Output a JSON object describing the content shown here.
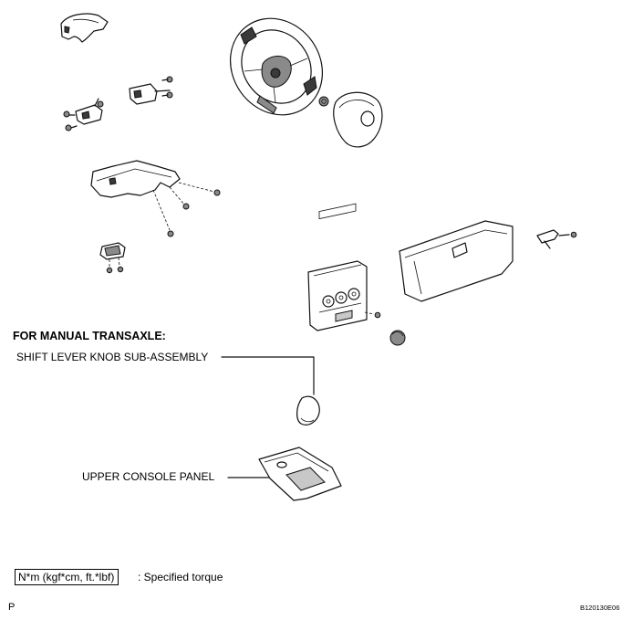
{
  "labels": {
    "manual_transaxle_heading": "FOR MANUAL TRANSAXLE:",
    "shift_lever_knob": "SHIFT LEVER KNOB SUB-ASSEMBLY",
    "upper_console_panel": "UPPER CONSOLE PANEL"
  },
  "legend": {
    "torque_units": "N*m (kgf*cm, ft.*lbf)",
    "torque_description": ": Specified torque"
  },
  "footer": {
    "page_letter": "P",
    "figure_code": "B120130E06"
  }
}
